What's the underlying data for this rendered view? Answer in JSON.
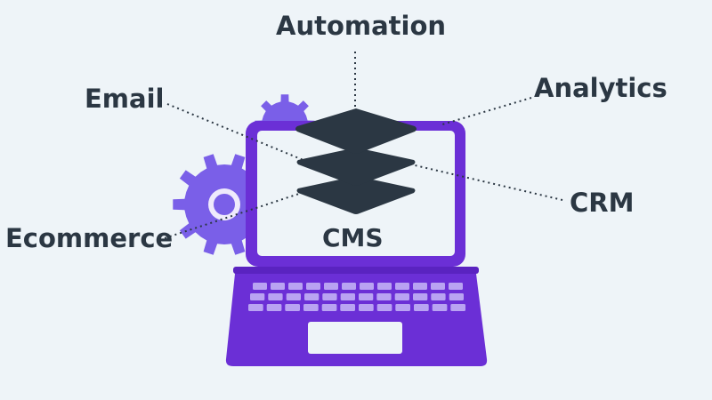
{
  "diagram": {
    "center_label": "CMS",
    "nodes": [
      {
        "id": "automation",
        "label": "Automation"
      },
      {
        "id": "analytics",
        "label": "Analytics"
      },
      {
        "id": "email",
        "label": "Email"
      },
      {
        "id": "crm",
        "label": "CRM"
      },
      {
        "id": "ecommerce",
        "label": "Ecommerce"
      }
    ]
  },
  "colors": {
    "background": "#eef4f8",
    "laptop_purple": "#6b2fd6",
    "screen_fill": "#eef4f8",
    "gear_purple": "#7a5fe8",
    "layer_dark": "#2b3743",
    "keyboard_keys": "#b9a3f2"
  },
  "icons": [
    "laptop-icon",
    "gear-icon",
    "layers-icon"
  ]
}
